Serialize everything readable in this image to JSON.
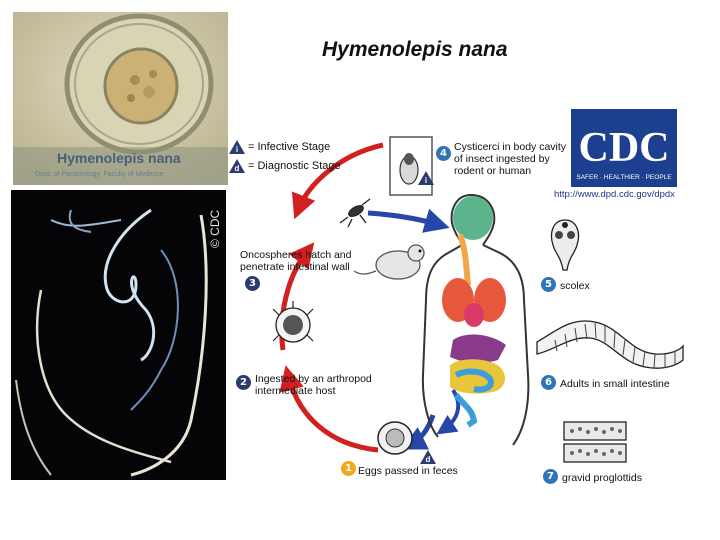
{
  "title": "Hymenolepis nana",
  "egg_photo": {
    "caption": "Hymenolepis nana",
    "subcaption": "Dept. of Parasitology, Faculty of Medicine"
  },
  "worm_photo": {
    "copyright": "© CDC"
  },
  "legend": [
    {
      "badge": "i",
      "label": "= Infective Stage"
    },
    {
      "badge": "d",
      "label": "= Diagnostic Stage"
    }
  ],
  "steps": [
    {
      "number": "1",
      "lines": [
        "Eggs passed in feces"
      ]
    },
    {
      "number": "2",
      "lines": [
        "Ingested by an arthropod",
        "intermediate host"
      ]
    },
    {
      "number": "3",
      "lines": [
        "Oncospheres hatch and",
        "penetrate intestinal wall"
      ]
    },
    {
      "number": "4",
      "lines": [
        "Cysticerci in body cavity",
        "of insect ingested by",
        "rodent or human"
      ]
    },
    {
      "number": "5",
      "lines": [
        "scolex"
      ]
    },
    {
      "number": "6",
      "lines": [
        "Adults in small intestine"
      ]
    },
    {
      "number": "7",
      "lines": [
        "gravid proglottids"
      ]
    }
  ],
  "cdc": {
    "logo_text": "CDC",
    "tagline": "SAFER · HEALTHIER · PEOPLE",
    "url": "http://www.dpd.cdc.gov/dpdx"
  },
  "stage_markers": {
    "infective": "i",
    "diagnostic": "d"
  },
  "colors": {
    "step_badge": "#2b3b6e",
    "step1_badge": "#f3a81c",
    "step4_5_6_7_badge": "#2f74b5",
    "red_arrow": "#d21f1f",
    "blue_arrow": "#2646a8",
    "cdc_blue": "#1d3f8f"
  }
}
